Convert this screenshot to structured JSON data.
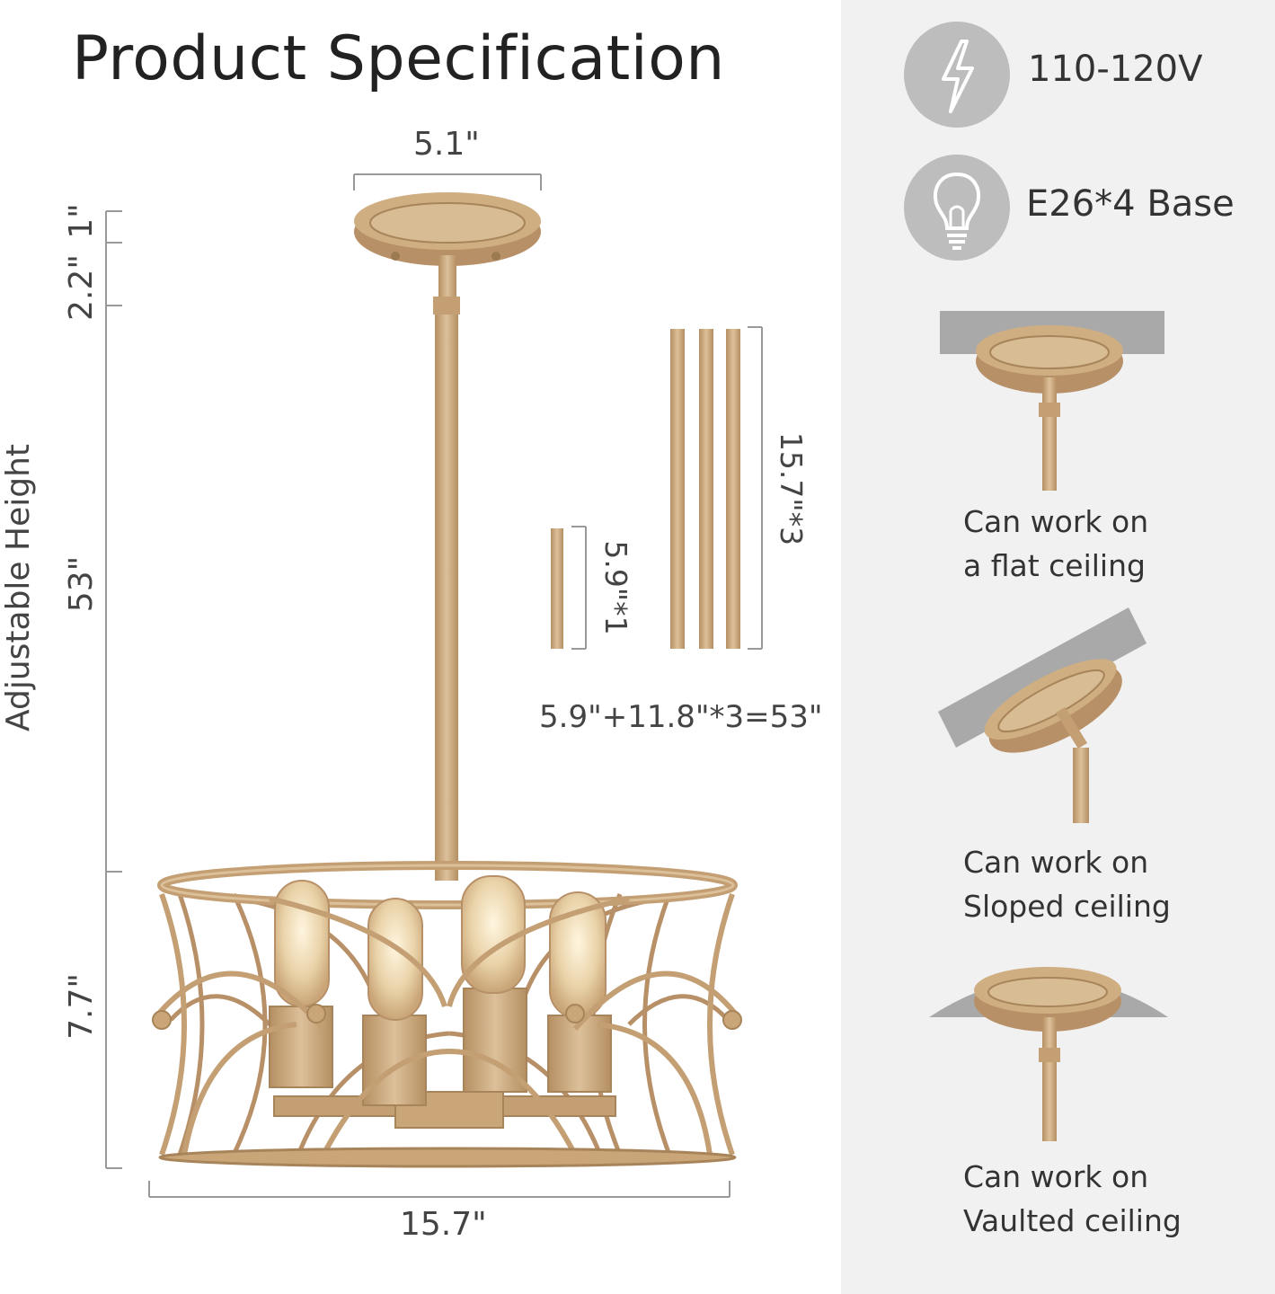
{
  "title": "Product Specification",
  "dimensions": {
    "canopy_width": "5.1\"",
    "top_gap": "1\"",
    "upper_rod": "2.2\"",
    "adjustable_height_label": "Adjustable Height",
    "adjustable_height_value": "53\"",
    "body_height": "7.7\"",
    "body_width": "15.7\"",
    "rod_short": "5.9\"*1",
    "rod_long": "15.7\"*3",
    "rod_formula": "5.9\"+11.8\"*3=53\""
  },
  "specs": {
    "voltage": "110-120V",
    "base": "E26*4 Base",
    "voltage_icon": "lightning-bolt-icon",
    "base_icon": "light-bulb-icon"
  },
  "ceilings": [
    {
      "line1": "Can work on",
      "line2": "a flat ceiling"
    },
    {
      "line1": "Can work on",
      "line2": "Sloped ceiling"
    },
    {
      "line1": "Can work on",
      "line2": "Vaulted ceiling"
    }
  ],
  "colors": {
    "brass": "#c9a577",
    "brass_dark": "#a8845a",
    "panel_bg": "#f1f1f1",
    "ceiling_gray": "#a9a9a9",
    "icon_gray": "#bdbdbd"
  }
}
